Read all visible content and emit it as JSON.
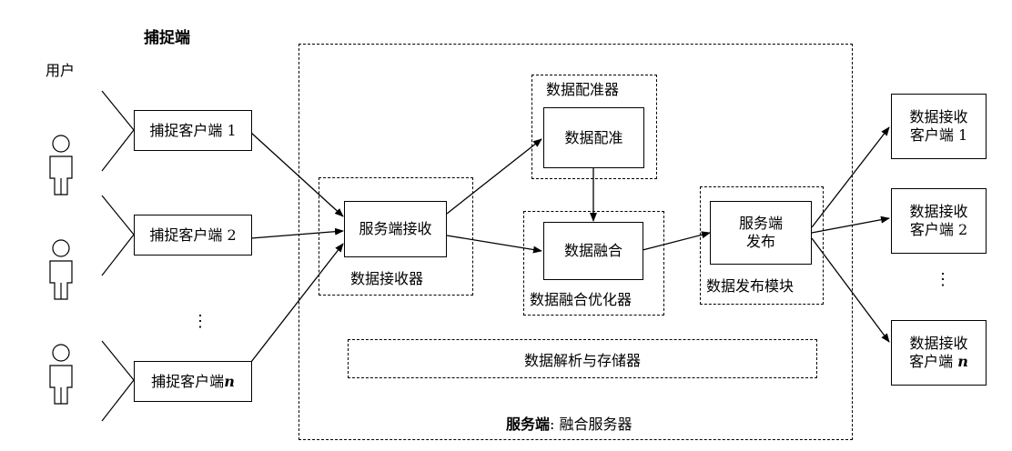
{
  "capture_side_label": "捕捉端",
  "user_label": "用户",
  "capture_clients": [
    {
      "text": "捕捉客户端 1",
      "num": ""
    },
    {
      "text": "捕捉客户端 2",
      "num": ""
    },
    {
      "text": "捕捉客户端 ",
      "num": "n"
    }
  ],
  "ellipsis": "⋮",
  "server": {
    "bold_label": "服务端",
    "rest_label": ": 融合服务器"
  },
  "receiver": {
    "box_label": "服务端接收",
    "group_label": "数据接收器"
  },
  "registrator": {
    "group_label": "数据配准器",
    "box_label": "数据配准"
  },
  "fusion": {
    "box_label": "数据融合",
    "group_label": "数据融合优化器"
  },
  "publisher": {
    "box_line1": "服务端",
    "box_line2": "发布",
    "group_label": "数据发布模块"
  },
  "storage_label": "数据解析与存储器",
  "receive_clients": [
    {
      "line1": "数据接收",
      "line2": "客户端 1",
      "num": ""
    },
    {
      "line1": "数据接收",
      "line2": "客户端 2",
      "num": ""
    },
    {
      "line1": "数据接收",
      "line2": "客户端 ",
      "num": "n"
    }
  ]
}
